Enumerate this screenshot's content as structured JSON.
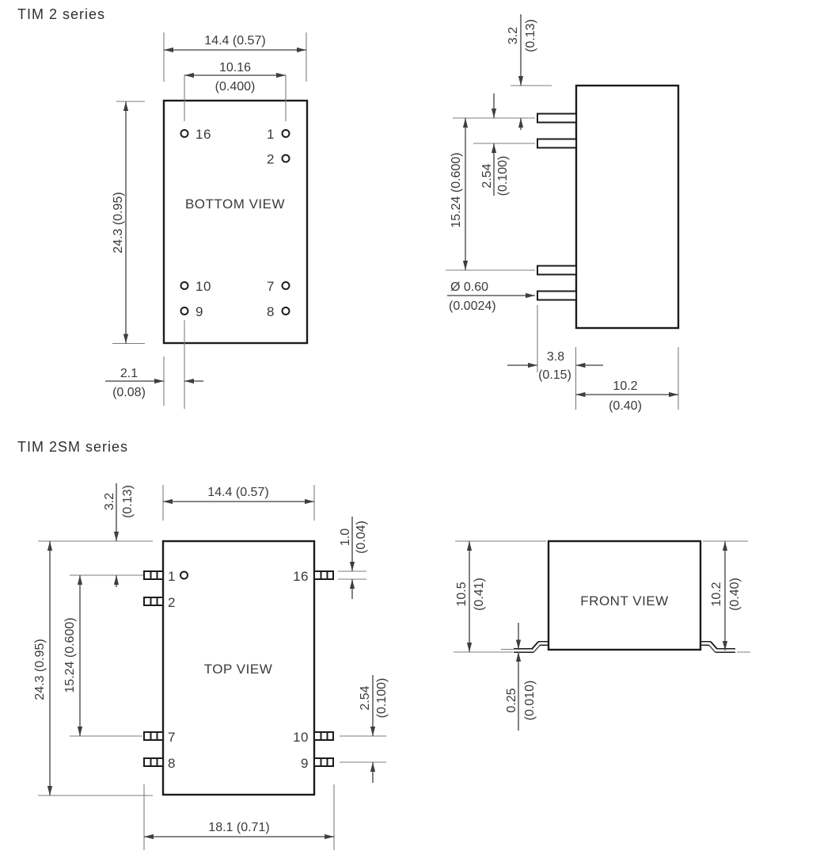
{
  "tim2": {
    "title": "TIM 2 series",
    "bottom_view": {
      "label": "BOTTOM VIEW",
      "pins": {
        "p16": "16",
        "p1": "1",
        "p2": "2",
        "p10": "10",
        "p7": "7",
        "p9": "9",
        "p8": "8"
      },
      "dim_width": "14.4 (0.57)",
      "dim_pin_span_mm": "10.16",
      "dim_pin_span_in": "(0.400)",
      "dim_height": "24.3 (0.95)",
      "dim_pin_offset_mm": "2.1",
      "dim_pin_offset_in": "(0.08)"
    },
    "side_view": {
      "dim_top_to_pin_mm": "3.2",
      "dim_top_to_pin_in": "(0.13)",
      "dim_pitch_mm": "2.54",
      "dim_pitch_in": "(0.100)",
      "dim_row_span": "15.24 (0.600)",
      "dim_pin_dia_mm": "Ø 0.60",
      "dim_pin_dia_in": "(0.0024)",
      "dim_pin_setback_mm": "3.8",
      "dim_pin_setback_in": "(0.15)",
      "dim_depth_mm": "10.2",
      "dim_depth_in": "(0.40)"
    }
  },
  "tim2sm": {
    "title": "TIM 2SM series",
    "top_view": {
      "label": "TOP VIEW",
      "pins": {
        "p1": "1",
        "p2": "2",
        "p7": "7",
        "p8": "8",
        "p16": "16",
        "p10": "10",
        "p9": "9"
      },
      "dim_width": "14.4 (0.57)",
      "dim_top_to_pin_mm": "3.2",
      "dim_top_to_pin_in": "(0.13)",
      "dim_pad_mm": "1.0",
      "dim_pad_in": "(0.04)",
      "dim_height": "24.3 (0.95)",
      "dim_row_span": "15.24 (0.600)",
      "dim_pitch_mm": "2.54",
      "dim_pitch_in": "(0.100)",
      "dim_overall_width": "18.1 (0.71)"
    },
    "front_view": {
      "label": "FRONT VIEW",
      "dim_total_height_mm": "10.5",
      "dim_total_height_in": "(0.41)",
      "dim_body_height_mm": "10.2",
      "dim_body_height_in": "(0.40)",
      "dim_standoff_mm": "0.25",
      "dim_standoff_in": "(0.010)"
    }
  },
  "colors": {
    "body_outline": "#1c1c1c",
    "dimension_line": "#3f3f3f",
    "text": "#3a3a3a",
    "background": "#ffffff"
  }
}
